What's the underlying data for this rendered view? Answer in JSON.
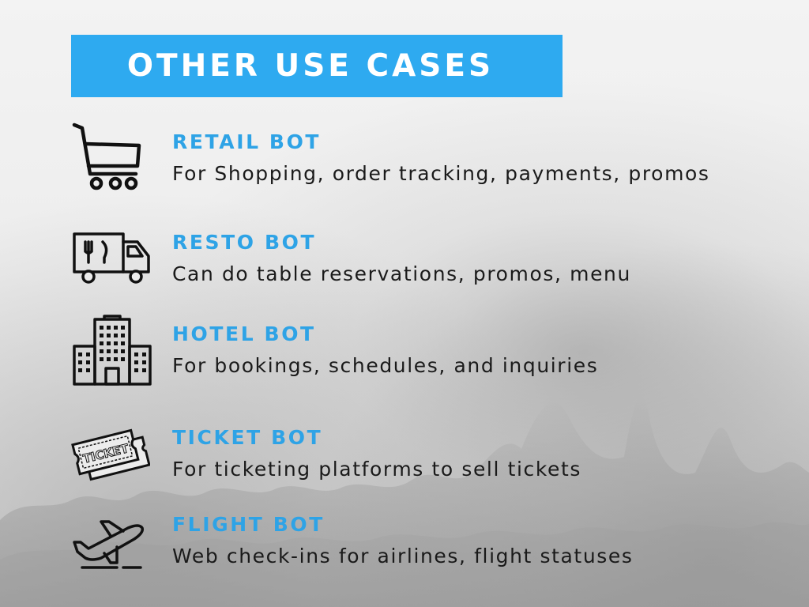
{
  "title": "OTHER USE CASES",
  "accent_color": "#2eaaf0",
  "items": [
    {
      "heading": "RETAIL BOT",
      "description": "For Shopping, order tracking, payments, promos",
      "icon": "shopping-cart-icon"
    },
    {
      "heading": "RESTO BOT",
      "description": "Can do table reservations, promos, menu",
      "icon": "food-truck-icon"
    },
    {
      "heading": "HOTEL BOT",
      "description": "For bookings, schedules, and inquiries",
      "icon": "hotel-building-icon"
    },
    {
      "heading": "TICKET BOT",
      "description": "For ticketing platforms to sell tickets",
      "icon": "ticket-icon",
      "icon_text": "TICKET"
    },
    {
      "heading": "FLIGHT BOT",
      "description": "Web check-ins for airlines, flight statuses",
      "icon": "airplane-takeoff-icon"
    }
  ]
}
